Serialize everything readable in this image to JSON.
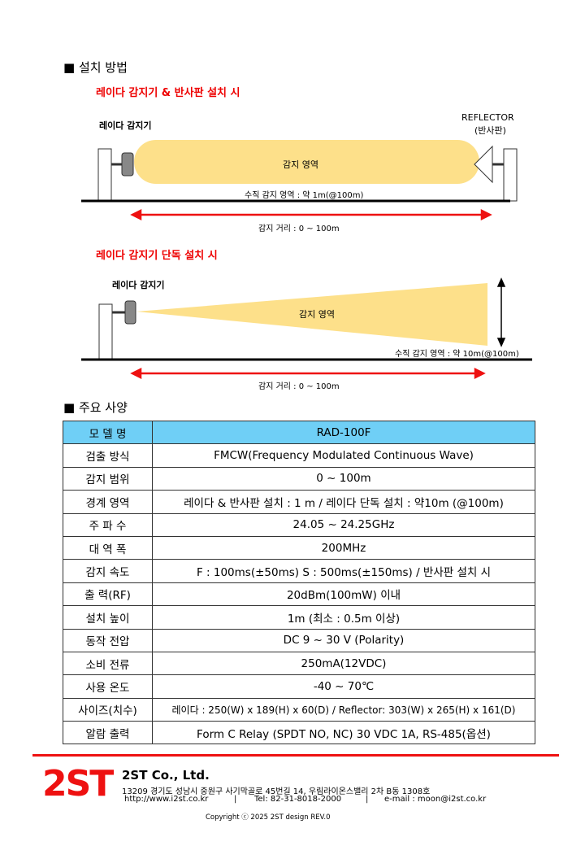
{
  "install": {
    "title": "■ 설치 방법",
    "case1": {
      "title": "레이다 감지기 & 반사판 설치 시",
      "sensor": "레이다 감지기",
      "reflector": "REFLECTOR",
      "reflector_kr": "(반사판)",
      "zone": "감지 영역",
      "vertical": "수직 감지 영역 : 약 1m(@100m)",
      "distance": "감지 거리 : 0 ~ 100m"
    },
    "case2": {
      "title": "레이다 감지기 단독 설치 시",
      "sensor": "레이다 감지기",
      "zone": "감지 영역",
      "vertical": "수직 감지 영역 : 약 10m(@100m)",
      "distance": "감지 거리 : 0 ~ 100m"
    }
  },
  "spec": {
    "title": "■ 주요 사양",
    "rows": [
      [
        "모 델 명",
        "RAD-100F"
      ],
      [
        "검출 방식",
        "FMCW(Frequency Modulated Continuous Wave)"
      ],
      [
        "감지 범위",
        "0 ~ 100m"
      ],
      [
        "경계 영역",
        "레이다 & 반사판 설치 : 1 m / 레이다 단독 설치  : 약10m (@100m)"
      ],
      [
        "주 파 수",
        "24.05 ~ 24.25GHz"
      ],
      [
        "대 역 폭",
        "200MHz"
      ],
      [
        "감지 속도",
        "F : 100ms(±50ms)  S : 500ms(±150ms)  /  반사판 설치 시"
      ],
      [
        "출 력(RF)",
        "20dBm(100mW) 이내"
      ],
      [
        "설치 높이",
        "1m (최소 : 0.5m 이상)"
      ],
      [
        "동작 전압",
        "DC 9 ~ 30 V (Polarity)"
      ],
      [
        "소비 전류",
        "250mA(12VDC)"
      ],
      [
        "사용 온도",
        "-40 ~ 70℃"
      ],
      [
        "사이즈(치수)",
        "레이다 : 250(W) x 189(H) x 60(D) / Reflector: 303(W) x 265(H) x 161(D)"
      ],
      [
        "알람 출력",
        "Form C Relay (SPDT NO, NC) 30 VDC 1A, RS-485(옵션)"
      ]
    ]
  },
  "footer": {
    "logo": "2ST",
    "company": "2ST Co., Ltd.",
    "address": "13209 경기도 성남시 중원구 사기막골로 45번길 14, 우림라이온스밸리 2차 B동 1308호",
    "web": "http://www.i2st.co.kr",
    "tel": "Tel: 82-31-8018-2000",
    "email": "e-mail : moon@i2st.co.kr",
    "sep": "|",
    "copyright": "Copyright ⓒ 2025 2ST design REV.0"
  },
  "colors": {
    "accent": "#ee1111",
    "zone": "#fde08a",
    "header": "#6fcff6"
  }
}
